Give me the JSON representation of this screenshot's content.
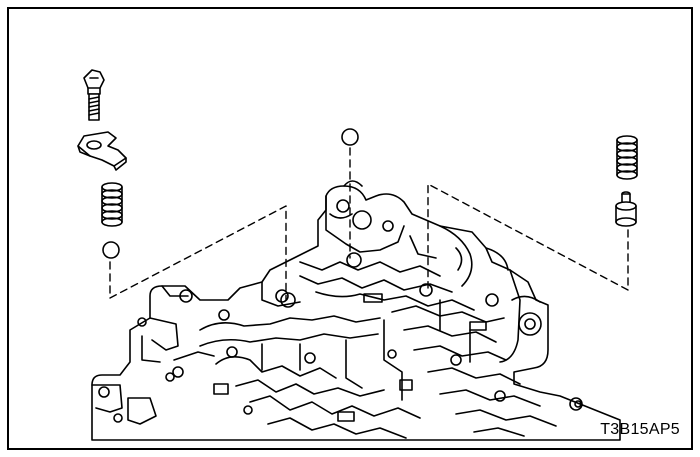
{
  "figure": {
    "reference_code": "T3B15AP5",
    "line_color": "#000000",
    "background_color": "#ffffff",
    "parts": [
      {
        "id": "bolt",
        "icon": "bolt-icon"
      },
      {
        "id": "retainer-bracket",
        "icon": "bracket-icon"
      },
      {
        "id": "left-spring",
        "icon": "spring-icon"
      },
      {
        "id": "left-check-ball",
        "icon": "ball-icon"
      },
      {
        "id": "center-check-ball",
        "icon": "ball-icon"
      },
      {
        "id": "right-spring",
        "icon": "spring-icon"
      },
      {
        "id": "right-valve-plug",
        "icon": "plug-icon"
      },
      {
        "id": "valve-body",
        "icon": "valve-body-icon"
      }
    ]
  }
}
